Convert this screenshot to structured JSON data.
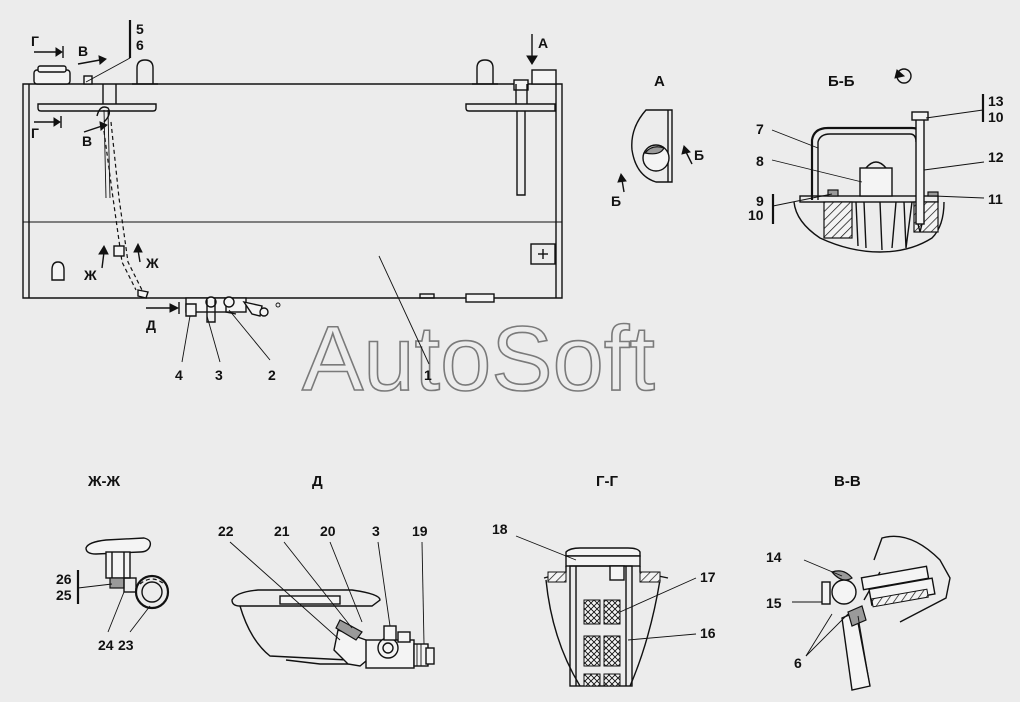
{
  "watermark": "AutoSoft",
  "section_titles": {
    "view_a": "А",
    "section_bb": "Б-Б",
    "section_zh": "Ж-Ж",
    "view_d": "Д",
    "section_gg": "Г-Г",
    "section_vv": "В-В"
  },
  "cut_marks": {
    "g": "Г",
    "v": "В",
    "a": "А",
    "b": "Б",
    "zh": "Ж",
    "d": "Д"
  },
  "callouts": {
    "main": [
      "1",
      "2",
      "3",
      "4"
    ],
    "main_top": [
      "5",
      "6"
    ],
    "bb": [
      "7",
      "8",
      "9",
      "10",
      "11",
      "12",
      "13",
      "10"
    ],
    "zh": [
      "26",
      "25",
      "24",
      "23"
    ],
    "d": [
      "22",
      "21",
      "20",
      "3",
      "19"
    ],
    "gg": [
      "18",
      "17",
      "16"
    ],
    "vv": [
      "14",
      "15",
      "6"
    ]
  },
  "icons": [
    "rotation-arrow-icon",
    "plus-box-icon"
  ]
}
